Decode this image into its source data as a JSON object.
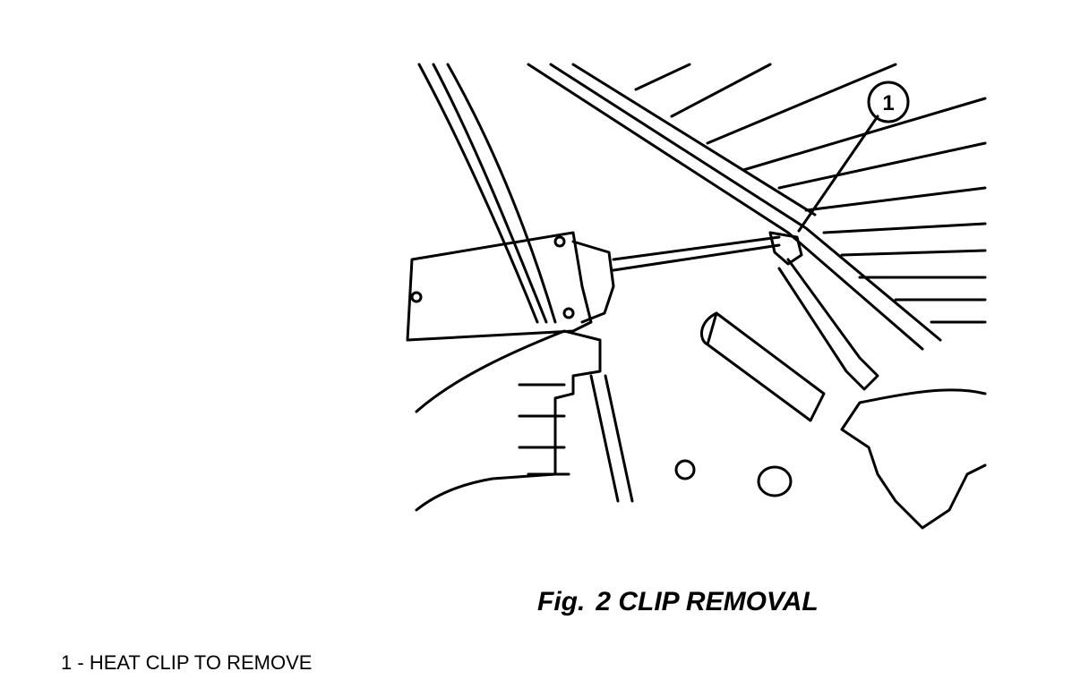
{
  "figure": {
    "label": "Fig.",
    "number": "2",
    "title": "CLIP REMOVAL"
  },
  "callout": {
    "number": "1"
  },
  "legend": {
    "items": [
      {
        "number": "1",
        "separator": "-",
        "text": "HEAT CLIP TO REMOVE"
      }
    ]
  },
  "colors": {
    "line": "#000000",
    "background": "#ffffff"
  }
}
